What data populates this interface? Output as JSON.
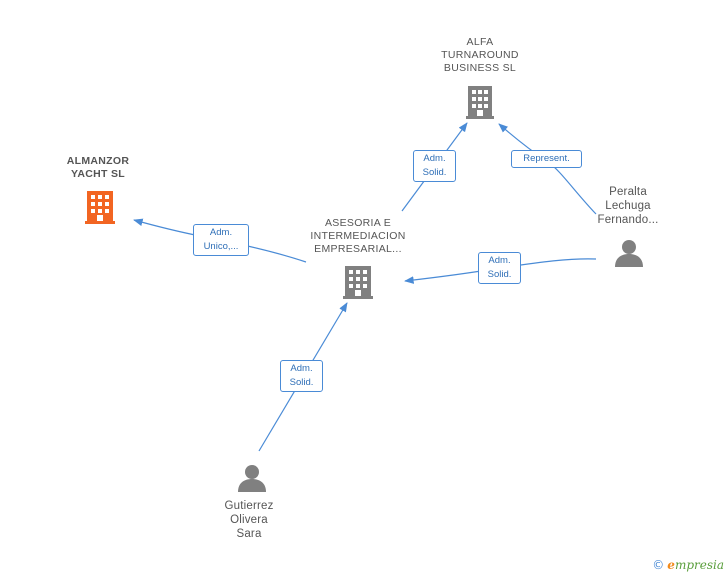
{
  "nodes": {
    "alfa": {
      "lines": [
        "ALFA",
        "TURNAROUND",
        "BUSINESS  SL"
      ],
      "type": "company",
      "color": "#808080"
    },
    "almanzor": {
      "lines": [
        "ALMANZOR",
        "YACHT  SL"
      ],
      "type": "company",
      "color": "#f26522"
    },
    "asesoria": {
      "lines": [
        "ASESORIA E",
        "INTERMEDIACION",
        "EMPRESARIAL..."
      ],
      "type": "company",
      "color": "#808080"
    },
    "peralta": {
      "lines": [
        "Peralta",
        "Lechuga",
        "Fernando..."
      ],
      "type": "person",
      "color": "#808080"
    },
    "gutierrez": {
      "lines": [
        "Gutierrez",
        "Olivera",
        "Sara"
      ],
      "type": "person",
      "color": "#808080"
    }
  },
  "edges": [
    {
      "id": "asesoria-alfa",
      "from": "asesoria",
      "to": "alfa",
      "label": [
        "Adm.",
        "Solid."
      ]
    },
    {
      "id": "peralta-alfa",
      "from": "peralta",
      "to": "alfa",
      "label": [
        "Represent."
      ]
    },
    {
      "id": "asesoria-almanzor",
      "from": "asesoria",
      "to": "almanzor",
      "label": [
        "Adm.",
        "Unico,..."
      ]
    },
    {
      "id": "peralta-asesoria",
      "from": "peralta",
      "to": "asesoria",
      "label": [
        "Adm.",
        "Solid."
      ]
    },
    {
      "id": "gutierrez-asesoria",
      "from": "gutierrez",
      "to": "asesoria",
      "label": [
        "Adm.",
        "Solid."
      ]
    }
  ],
  "colors": {
    "edge": "#4a8bd6",
    "edge_label_text": "#2f6fb7",
    "label_text": "#555555"
  },
  "footer": {
    "symbol": "©",
    "brand_initial": "e",
    "brand_rest": "mpresia"
  }
}
